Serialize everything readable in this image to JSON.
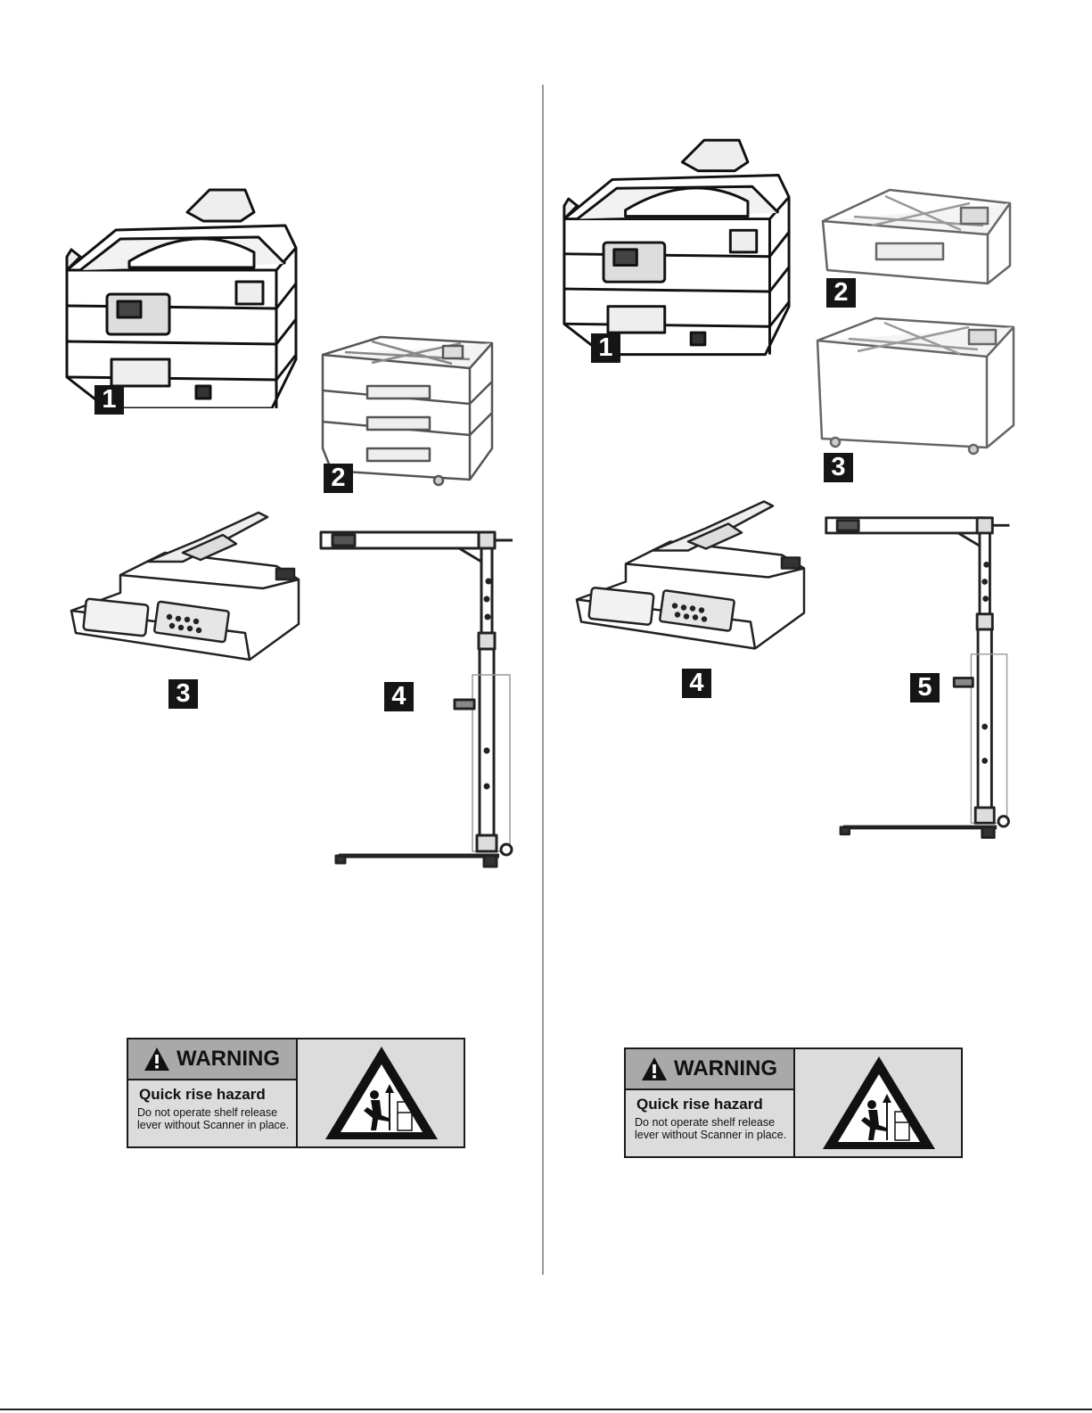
{
  "left_panel": {
    "labels": {
      "printer": "1",
      "tray_unit": "2",
      "scanner": "3",
      "stand": "4"
    },
    "warning": {
      "title": "WARNING",
      "subtitle": "Quick rise hazard",
      "body_line1": "Do not operate shelf release",
      "body_line2": "lever without Scanner in place.",
      "icon": "quick-rise-hazard-icon"
    }
  },
  "right_panel": {
    "labels": {
      "printer": "1",
      "tray_unit": "2",
      "cabinet": "3",
      "scanner": "4",
      "stand": "5"
    },
    "warning": {
      "title": "WARNING",
      "subtitle": "Quick rise hazard",
      "body_line1": "Do not operate shelf release",
      "body_line2": "lever without Scanner in place.",
      "icon": "quick-rise-hazard-icon"
    }
  }
}
